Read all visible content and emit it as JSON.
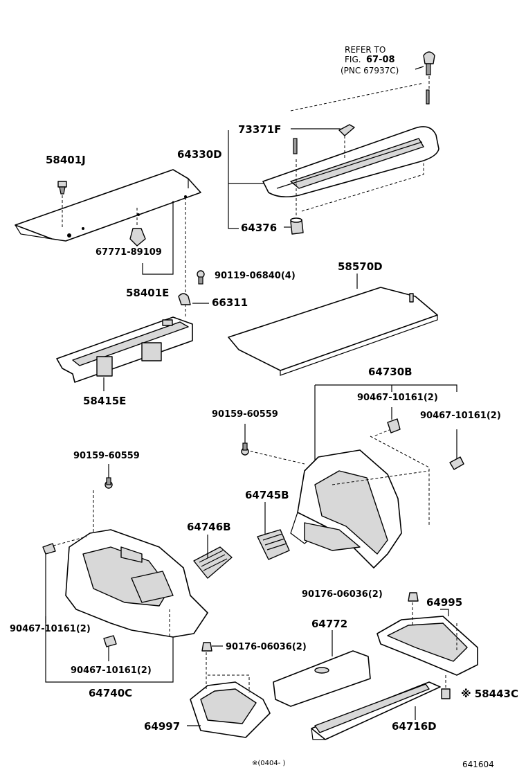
{
  "labels": {
    "refer_line1": "REFER TO",
    "refer_fig": "FIG.",
    "refer_num": "67-08",
    "refer_pnc": "(PNC 67937C)",
    "p73371F": "73371F",
    "p64330D": "64330D",
    "p58401J": "58401J",
    "p64376": "64376",
    "p67771": "67771-89109",
    "p90119": "90119-06840(4)",
    "p58570D": "58570D",
    "p58401E": "58401E",
    "p66311": "66311",
    "p58415E": "58415E",
    "p64730B": "64730B",
    "p90467_a": "90467-10161(2)",
    "p90159_a": "90159-60559",
    "p90467_b": "90467-10161(2)",
    "p90159_b": "90159-60559",
    "p64745B": "64745B",
    "p64746B": "64746B",
    "p90176_a": "90176-06036(2)",
    "p64995": "64995",
    "p90467_c": "90467-10161(2)",
    "p64772": "64772",
    "p90176_b": "90176-06036(2)",
    "p90467_d": "90467-10161(2)",
    "p58443C": "※ 58443C",
    "p64740C": "64740C",
    "p64997": "64997",
    "p64716D": "64716D",
    "footnote": "※(0404-    )",
    "figure_id": "641604"
  }
}
